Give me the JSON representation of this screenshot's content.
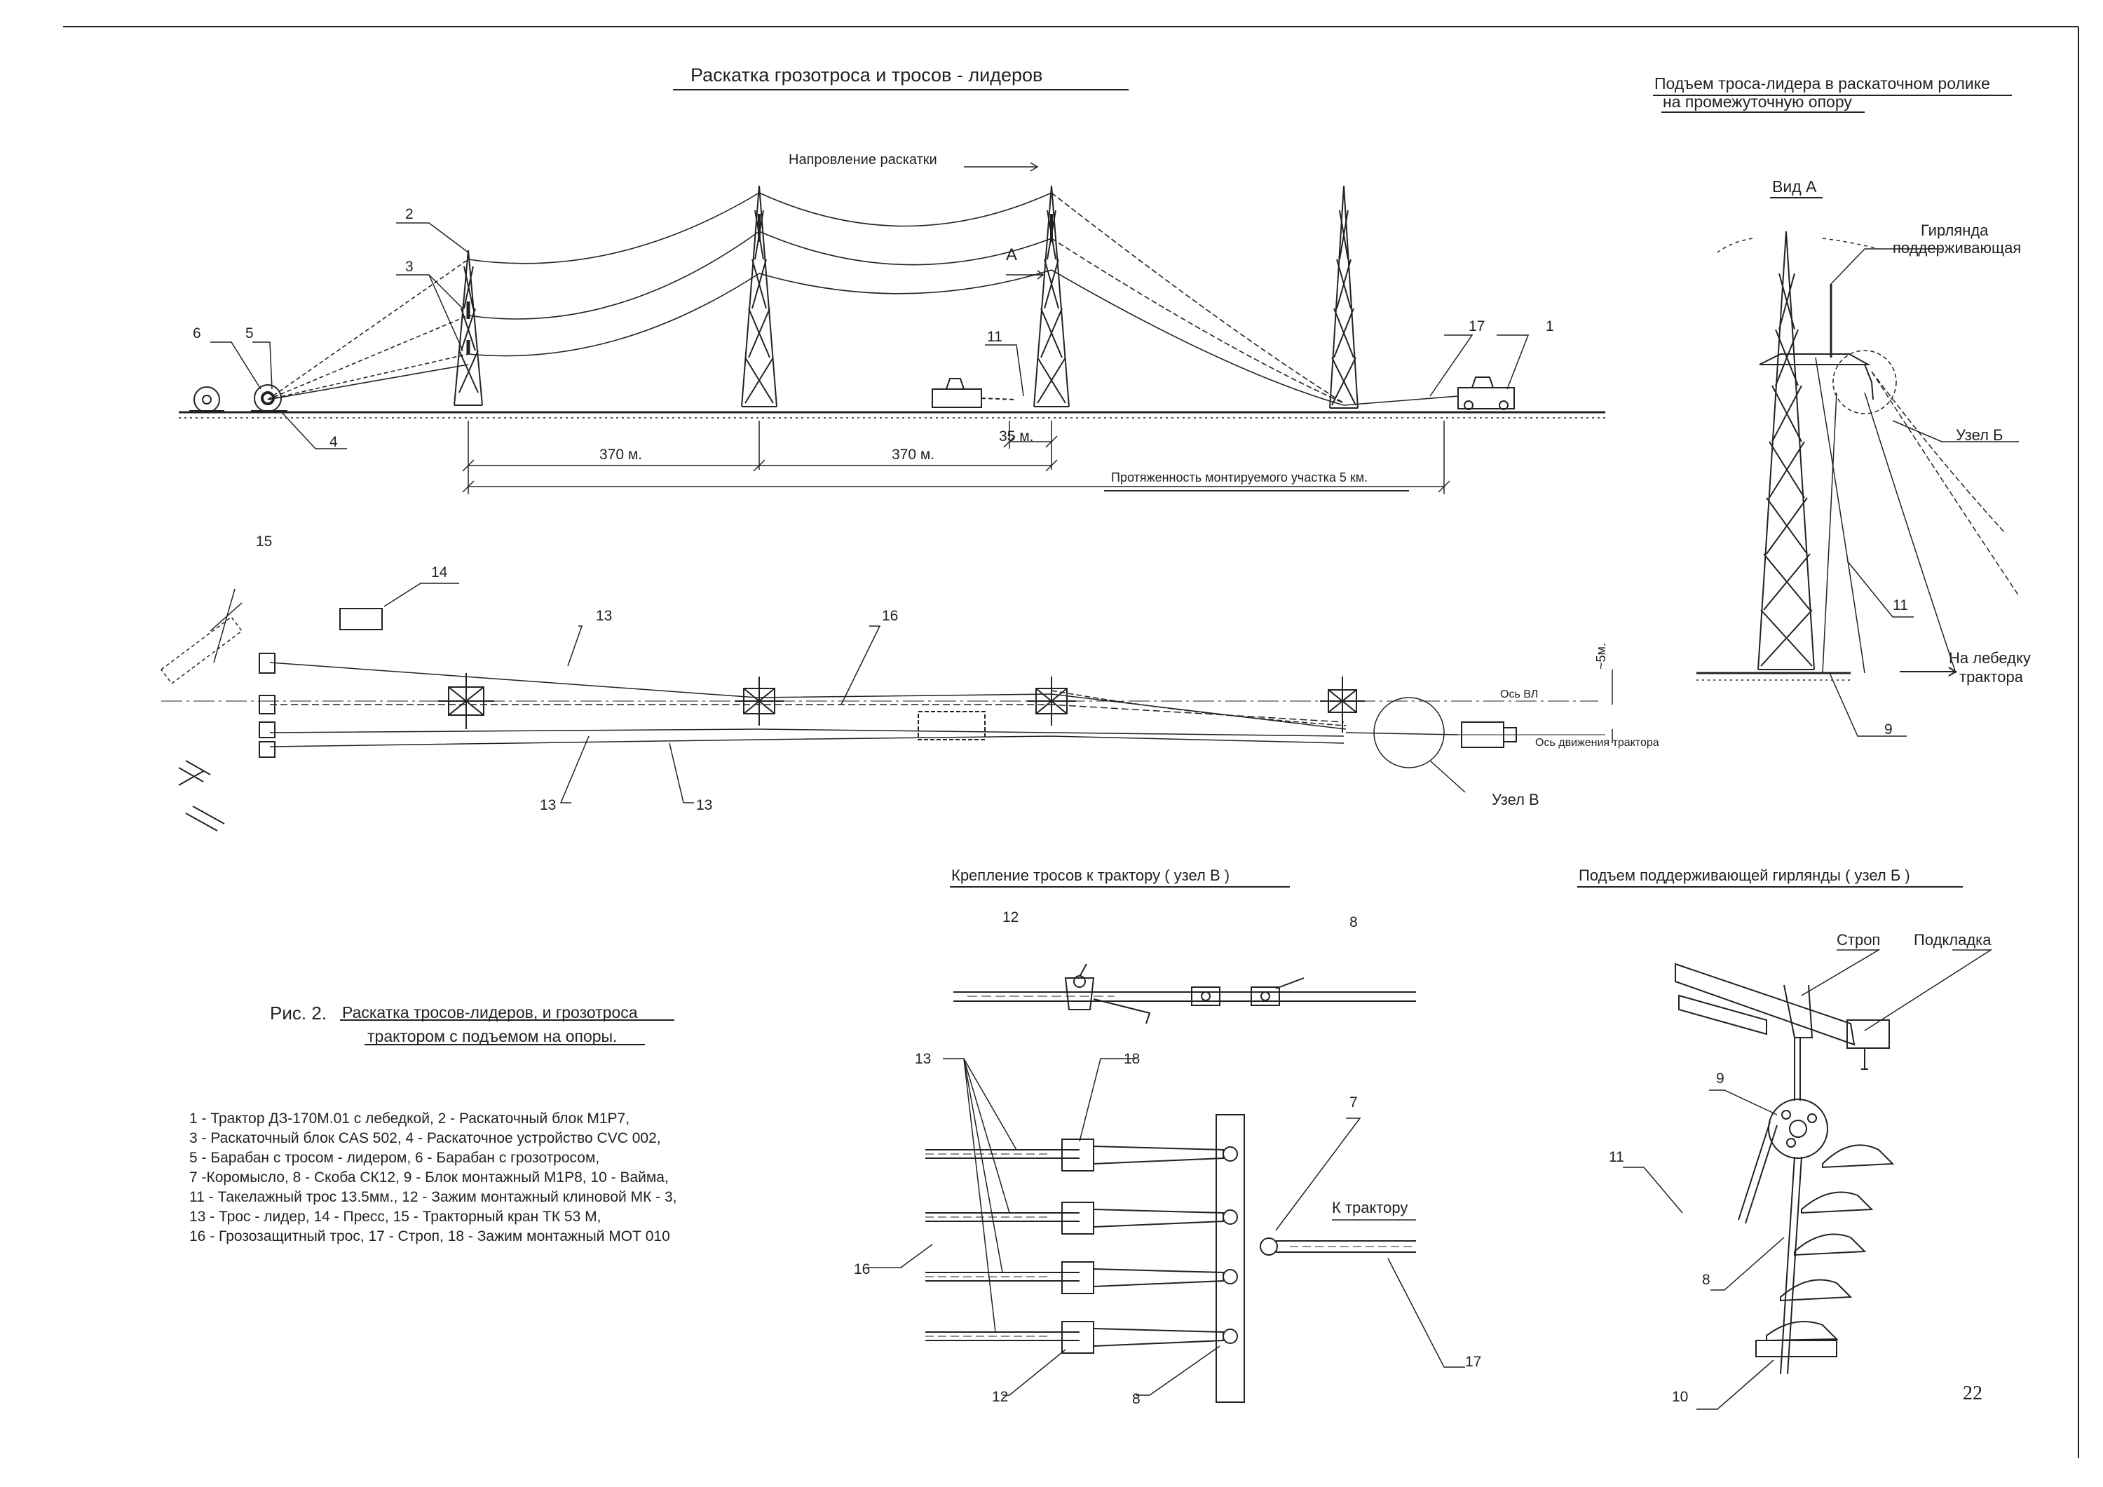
{
  "titles": {
    "main": "Раскатка  грозотроса  и  тросов - лидеров",
    "top_right_1": "Подъем троса-лидера в раскаточном ролике",
    "top_right_2": "на промежуточную  опору",
    "view_a": "Вид А",
    "node_v": "Крепление  тросов  к  трактору  ( узел  В )",
    "node_b": "Подъем  поддерживающей  гирлянды  ( узел  Б )"
  },
  "figure": {
    "prefix": "Рис. 2.",
    "line1": "Раскатка  тросов-лидеров, и грозотроса",
    "line2": "трактором с подъемом на опоры."
  },
  "labels": {
    "direction": "Напровление раскатки",
    "view_arrow": "А",
    "span1": "370 м.",
    "span2": "370 м.",
    "span3": "35  м.",
    "total": "Протяженность  монтируемого  участка  5  км.",
    "axis_vl": "Ось ВЛ",
    "axis_tractor": "Ось движения трактора",
    "offset": "~5м.",
    "node_v": "Узел  В",
    "node_b": "Узел  Б",
    "garland_1": "Гирлянда",
    "garland_2": "поддерживающая",
    "to_winch_1": "На лебедку",
    "to_winch_2": "трактора",
    "to_tractor": "К трактору",
    "strop": "Строп",
    "pad": "Подкладка"
  },
  "callouts": {
    "c1": "1",
    "c2": "2",
    "c3": "3",
    "c4": "4",
    "c5": "5",
    "c6": "6",
    "c7": "7",
    "c8": "8",
    "c9": "9",
    "c10": "10",
    "c11": "11",
    "c12": "12",
    "c13": "13",
    "c14": "14",
    "c15": "15",
    "c16": "16",
    "c17": "17",
    "c18": "18"
  },
  "legend": [
    "1 - Трактор  ДЗ-170М.01 с лебедкой,             2 - Раскаточный блок  М1Р7,",
    "3 - Раскаточный блок CAS 502,     4 - Раскаточное  устройство  CVC 002,",
    "5 - Барабан с тросом - лидером,                   6 - Барабан с грозотросом,",
    "7 -Коромысло,   8 - Скоба СК12,  9 - Блок монтажный М1Р8,   10 - Вайма,",
    "11 - Такелажный трос 13.5мм.,   12 - Зажим монтажный клиновой  МК - 3,",
    "13 - Трос - лидер,           14 - Пресс,           15 - Тракторный кран  ТК 53 М,",
    "16 - Грозозащитный трос,  17 - Строп,    18 - Зажим монтажный  МОТ 010"
  ],
  "page_number": "22"
}
